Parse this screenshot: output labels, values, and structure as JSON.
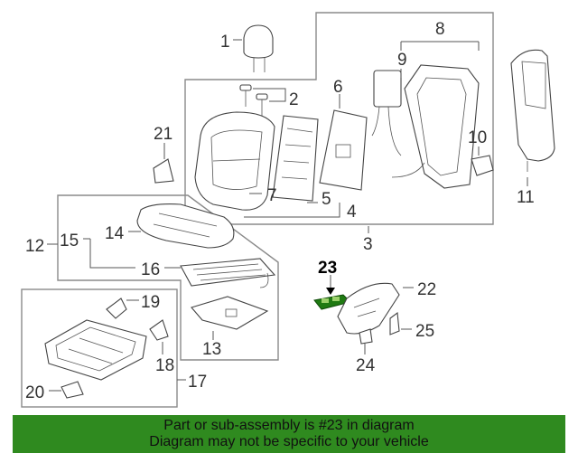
{
  "callouts": {
    "c1": "1",
    "c2": "2",
    "c3": "3",
    "c4": "4",
    "c5": "5",
    "c6": "6",
    "c7": "7",
    "c8": "8",
    "c9": "9",
    "c10": "10",
    "c11": "11",
    "c12": "12",
    "c13": "13",
    "c14": "14",
    "c15": "15",
    "c16": "16",
    "c17": "17",
    "c18": "18",
    "c19": "19",
    "c20": "20",
    "c21": "21",
    "c22": "22",
    "c23": "23",
    "c24": "24",
    "c25": "25"
  },
  "highlighted_part": "23",
  "colors": {
    "highlight": "#1f7a12",
    "banner_bg": "#2f8a1f"
  },
  "banner": {
    "line1": "Part or sub-assembly is #23 in diagram",
    "line2": "Diagram may not be specific to your vehicle"
  }
}
